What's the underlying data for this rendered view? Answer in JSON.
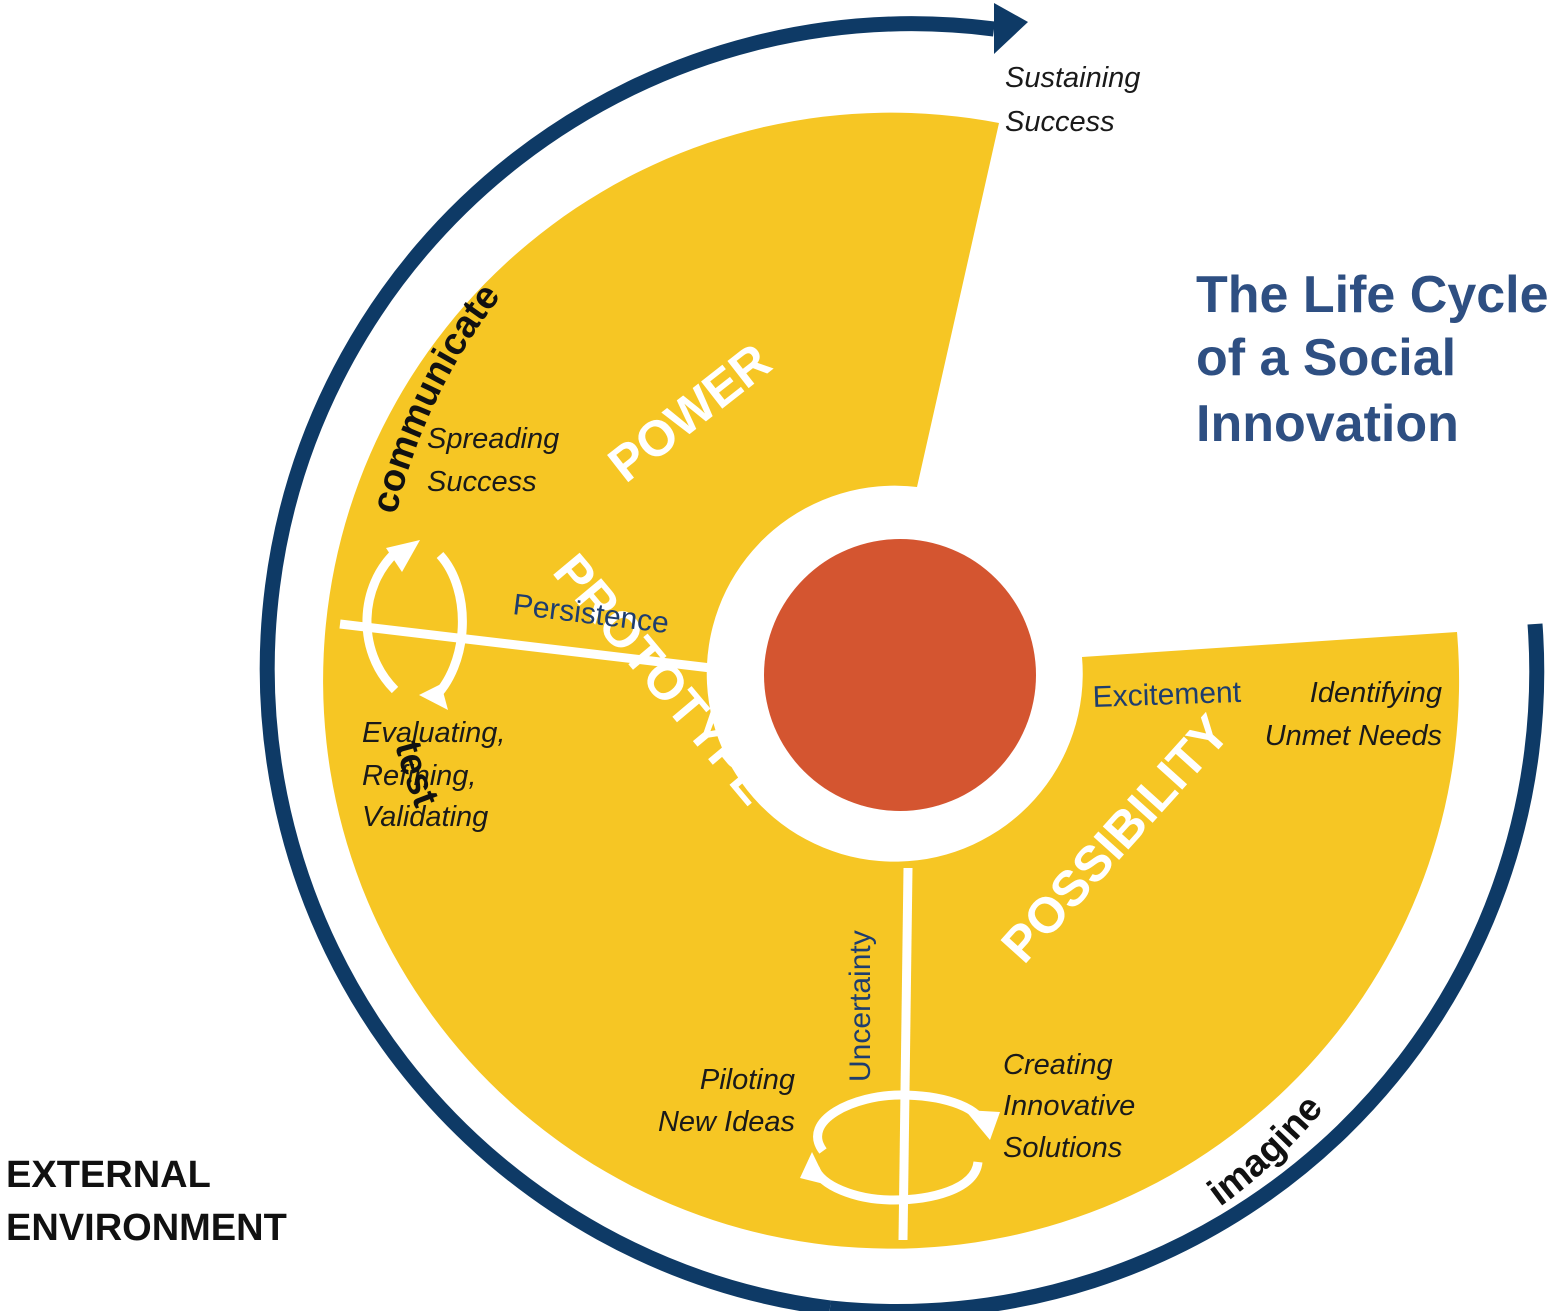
{
  "title": {
    "line1": "The Life Cycle",
    "line2": "of a Social",
    "line3": "Innovation"
  },
  "external_environment": {
    "line1": "EXTERNAL",
    "line2": "ENVIRONMENT"
  },
  "phases": {
    "power": "POWER",
    "prototype": "PROTOTYPE",
    "possibility": "POSSIBILITY"
  },
  "stages": {
    "sustaining": {
      "line1": "Sustaining",
      "line2": "Success"
    },
    "spreading": {
      "line1": "Spreading",
      "line2": "Success"
    },
    "evaluating": {
      "line1": "Evaluating,",
      "line2": "Refining,",
      "line3": "Validating"
    },
    "piloting": {
      "line1": "Piloting",
      "line2": "New Ideas"
    },
    "creating": {
      "line1": "Creating",
      "line2": "Innovative",
      "line3": "Solutions"
    },
    "identifying": {
      "line1": "Identifying",
      "line2": "Unmet Needs"
    }
  },
  "emotions": {
    "persistence": "Persistence",
    "uncertainty": "Uncertainty",
    "excitement": "Excitement"
  },
  "actions": {
    "communicate": "communicate",
    "test": "test",
    "imagine": "imagine"
  },
  "colors": {
    "yellow": "#f6c624",
    "navy": "#0e3a66",
    "center": "#d45530",
    "title": "#2e4f82",
    "emotion": "#1e3d6e"
  }
}
